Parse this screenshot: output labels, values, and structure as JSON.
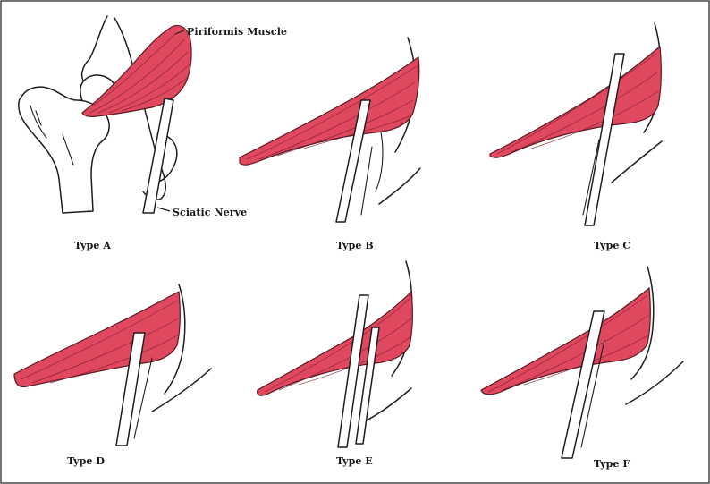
{
  "figure": {
    "labels": {
      "piriformis_muscle": "Piriformis Muscle",
      "sciatic_nerve": "Sciatic Nerve"
    },
    "panels": [
      {
        "id": "A",
        "title": "Type A"
      },
      {
        "id": "B",
        "title": "Type B"
      },
      {
        "id": "C",
        "title": "Type C"
      },
      {
        "id": "D",
        "title": "Type D"
      },
      {
        "id": "E",
        "title": "Type E"
      },
      {
        "id": "F",
        "title": "Type F"
      }
    ],
    "colors": {
      "muscle": "#e0485f",
      "outline": "#1e1e1e",
      "background": "#ffffff"
    }
  }
}
